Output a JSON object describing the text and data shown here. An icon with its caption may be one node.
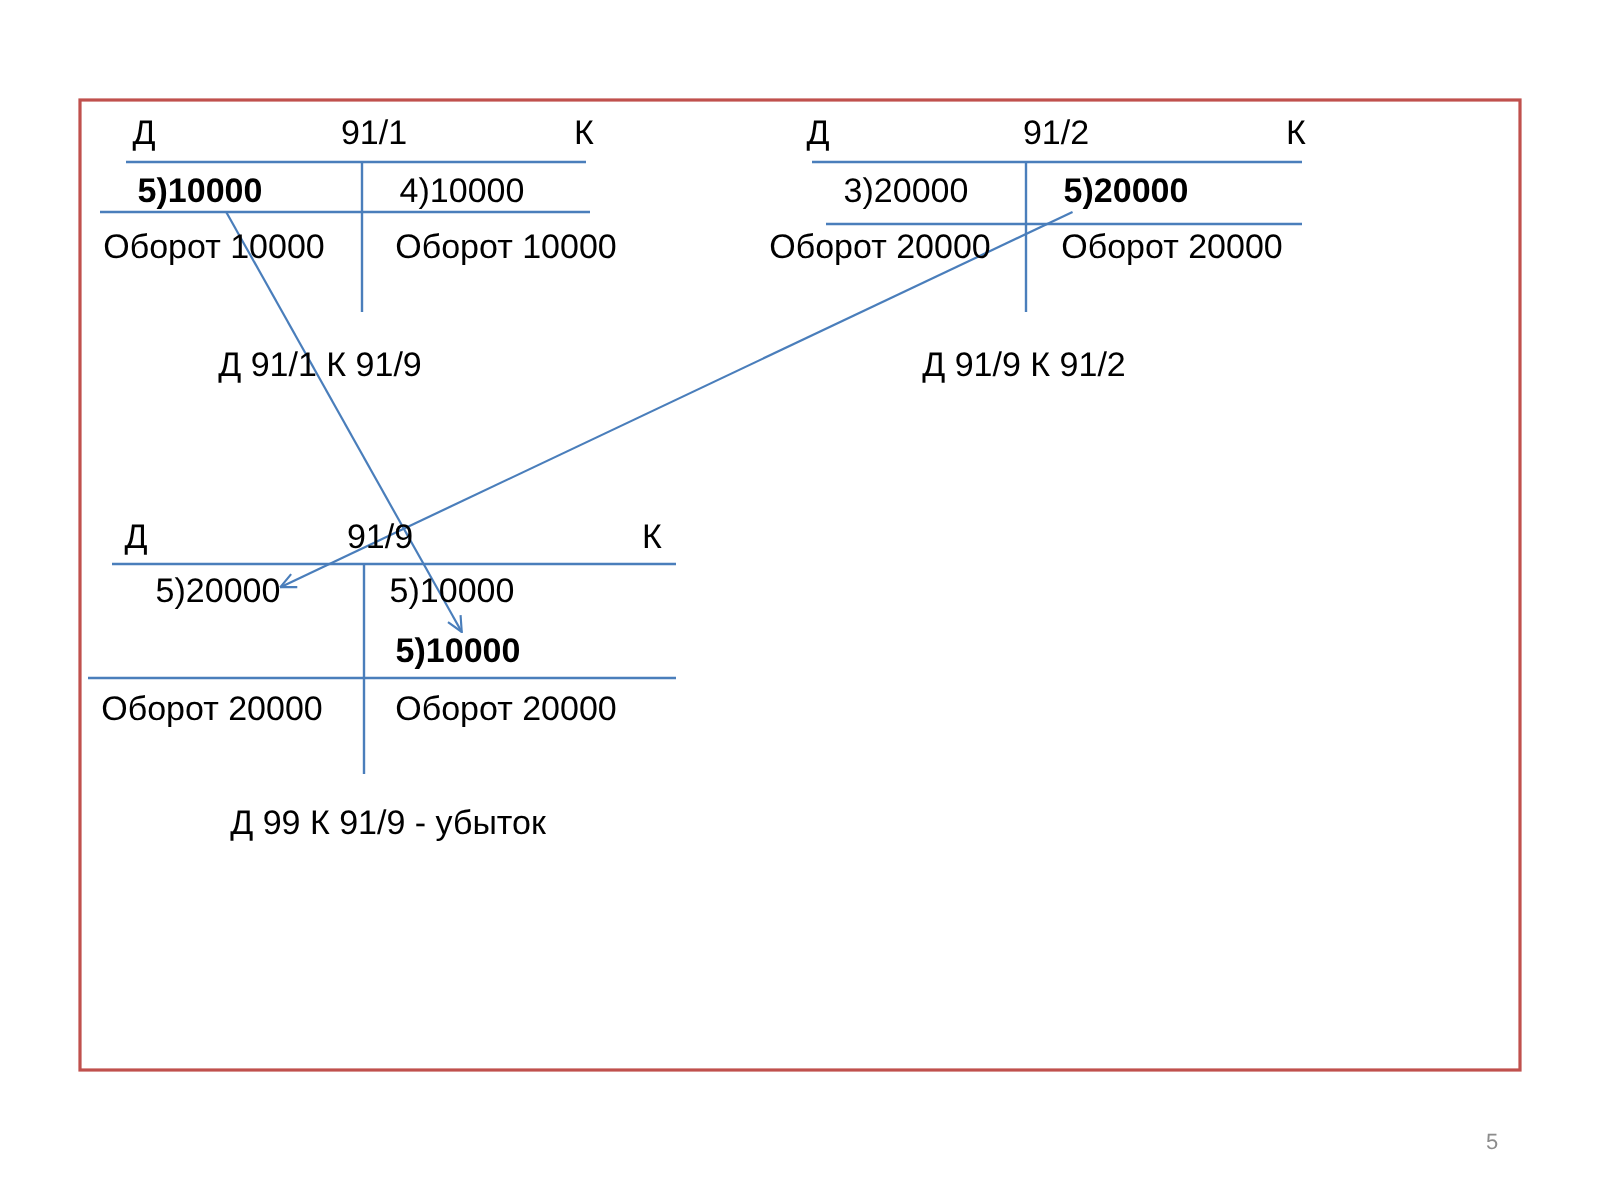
{
  "diagram": {
    "nodes": [
      {
        "text": [
          "5)10000"
        ]
      },
      {
        "text": [
          "5)20000"
        ]
      },
      {
        "text": [
          "5)20000"
        ]
      },
      {
        "text": [
          "5)10000"
        ]
      }
    ],
    "edges": [
      {
        "from": 0,
        "to": 3,
        "arrow": "to"
      },
      {
        "from": 1,
        "to": 2,
        "arrow": "to"
      }
    ],
    "labels": [
      "Д",
      "91/1",
      "К",
      "4)10000",
      "Оборот 10000",
      "Оборот 10000",
      "Д 91/1 К 91/9",
      "Д",
      "91/2",
      "К",
      "3)20000",
      "Оборот 20000",
      "Оборот 20000",
      "Д 91/9 К 91/2",
      "Д",
      "91/9",
      "К",
      "5)10000",
      "Оборот 20000",
      "Оборот 20000",
      "Д 99 К 91/9 - убыток",
      "5"
    ]
  }
}
